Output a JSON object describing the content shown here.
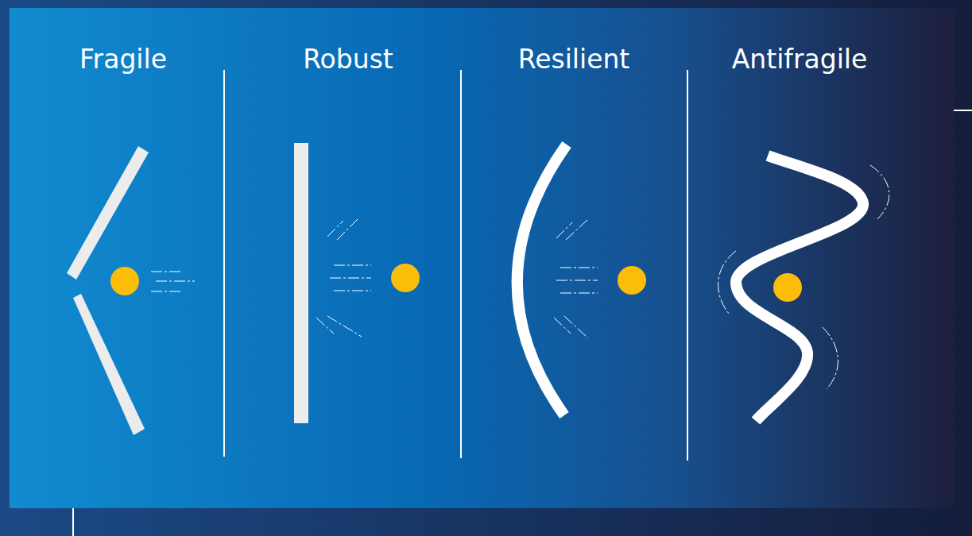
{
  "diagram": {
    "labels": [
      "Fragile",
      "Robust",
      "Resilient",
      "Antifragile"
    ]
  }
}
